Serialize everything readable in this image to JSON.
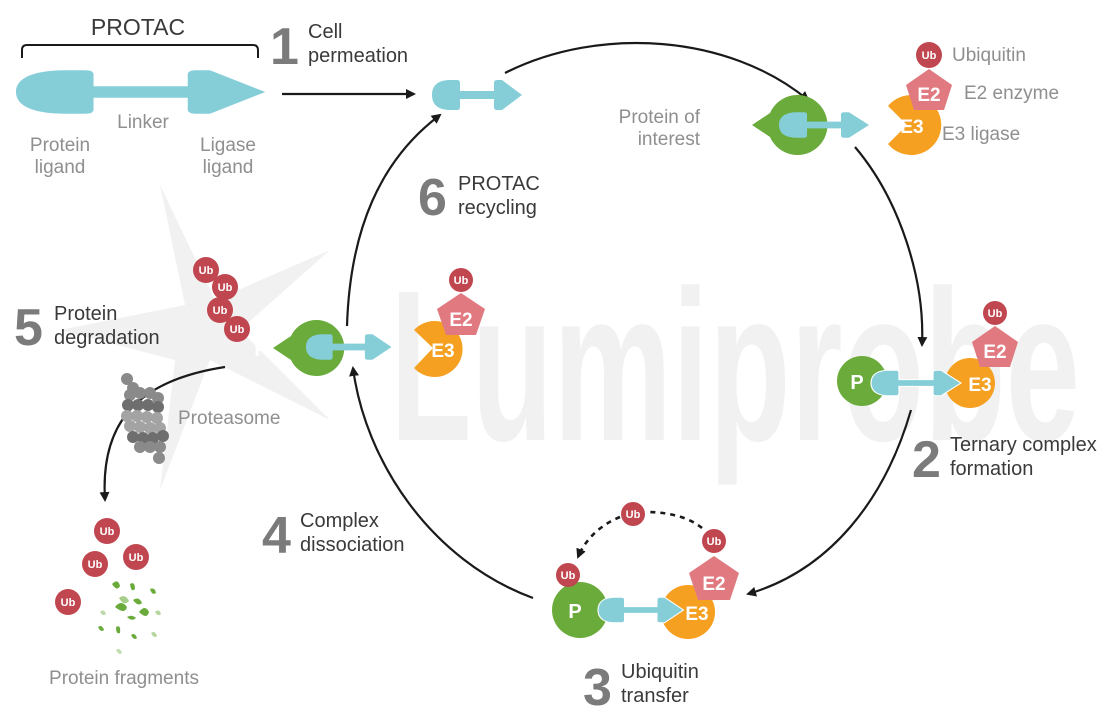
{
  "watermark": {
    "text": "Lumiprobe"
  },
  "colors": {
    "protac": "#85ced8",
    "protein": "#6aab3b",
    "e3": "#f5a020",
    "e2": "#e07a80",
    "ubiquitin": "#c0464f",
    "proteasome": "#8a8a8a",
    "arrow": "#1a1a1a",
    "step_number": "#7b7b7b",
    "label_grey": "#8f8f8f",
    "label_dark": "#3a3a3a"
  },
  "legend": {
    "protac_title": "PROTAC",
    "linker": "Linker",
    "protein_ligand": [
      "Protein",
      "ligand"
    ],
    "ligase_ligand": [
      "Ligase",
      "ligand"
    ],
    "protein_of_interest": [
      "Protein of",
      "interest"
    ],
    "ubiquitin": "Ubiquitin",
    "e2_enzyme": "E2 enzyme",
    "e3_ligase": "E3 ligase",
    "proteasome": "Proteasome",
    "protein_fragments": "Protein fragments"
  },
  "molecule_labels": {
    "protein": "P",
    "e3": "E3",
    "e2": "E2",
    "ubiquitin": "Ub"
  },
  "steps": [
    {
      "number": "1",
      "lines": [
        "Cell",
        "permeation"
      ]
    },
    {
      "number": "2",
      "lines": [
        "Ternary complex",
        "formation"
      ]
    },
    {
      "number": "3",
      "lines": [
        "Ubiquitin",
        "transfer"
      ]
    },
    {
      "number": "4",
      "lines": [
        "Complex",
        "dissociation"
      ]
    },
    {
      "number": "5",
      "lines": [
        "Protein",
        "degradation"
      ]
    },
    {
      "number": "6",
      "lines": [
        "PROTAC",
        "recycling"
      ]
    }
  ]
}
